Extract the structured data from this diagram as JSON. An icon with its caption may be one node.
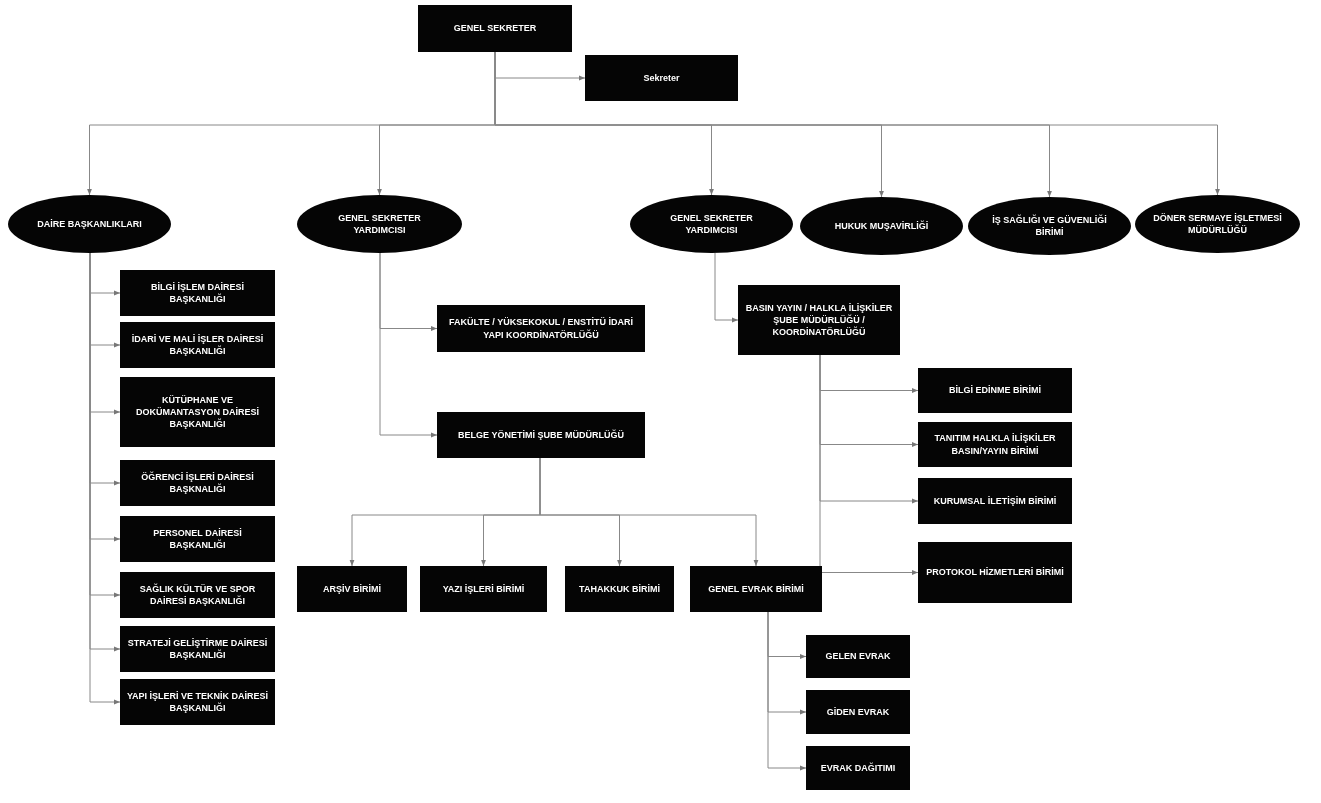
{
  "diagram": {
    "nodes": [
      {
        "text": [
          "GENEL SEKRETER"
        ]
      },
      {
        "text": [
          "Sekreter"
        ]
      },
      {
        "text": [
          "DAİRE BAŞKANLIKLARI"
        ]
      },
      {
        "text": [
          "GENEL SEKRETER YARDIMCISI"
        ]
      },
      {
        "text": [
          "GENEL SEKRETER YARDIMCISI"
        ]
      },
      {
        "text": [
          "HUKUK MUŞAVİRLİĞİ"
        ]
      },
      {
        "text": [
          "İŞ SAĞLIĞI VE GÜVENLİĞİ BİRİMİ"
        ]
      },
      {
        "text": [
          "DÖNER SERMAYE İŞLETMESİ MÜDÜRLÜĞÜ"
        ]
      },
      {
        "text": [
          "BİLGİ İŞLEM DAİRESİ BAŞKANLIĞI"
        ]
      },
      {
        "text": [
          "İDARİ VE MALİ İŞLER DAİRESİ BAŞKANLIĞI"
        ]
      },
      {
        "text": [
          "KÜTÜPHANE VE DOKÜMANTASYON DAİRESİ BAŞKANLIĞI"
        ]
      },
      {
        "text": [
          "ÖĞRENCİ İŞLERİ DAİRESİ BAŞKNALIĞI"
        ]
      },
      {
        "text": [
          "PERSONEL DAİRESİ BAŞKANLIĞI"
        ]
      },
      {
        "text": [
          "SAĞLIK KÜLTÜR VE SPOR DAİRESİ BAŞKANLIĞI"
        ]
      },
      {
        "text": [
          "STRATEJİ GELİŞTİRME DAİRESİ BAŞKANLIĞI"
        ]
      },
      {
        "text": [
          "YAPI İŞLERİ VE TEKNİK DAİRESİ BAŞKANLIĞI"
        ]
      },
      {
        "text": [
          "FAKÜLTE / YÜKSEKOKUL / ENSTİTÜ İDARİ YAPI KOORDİNATÖRLÜĞÜ"
        ]
      },
      {
        "text": [
          "BELGE YÖNETİMİ ŞUBE MÜDÜRLÜĞÜ"
        ]
      },
      {
        "text": [
          "BASIN YAYIN / HALKLA İLİŞKİLER ŞUBE MÜDÜRLÜĞÜ / KOORDİNATÖRLÜĞÜ"
        ]
      },
      {
        "text": [
          "BİLGİ EDİNME BİRİMİ"
        ]
      },
      {
        "text": [
          "TANITIM HALKLA İLİŞKİLER BASIN/YAYIN BİRİMİ"
        ]
      },
      {
        "text": [
          "KURUMSAL İLETİŞİM BİRİMİ"
        ]
      },
      {
        "text": [
          "PROTOKOL HİZMETLERİ BİRİMİ"
        ]
      },
      {
        "text": [
          "ARŞİV BİRİMİ"
        ]
      },
      {
        "text": [
          "YAZI İŞLERİ BİRİMİ"
        ]
      },
      {
        "text": [
          "TAHAKKUK BİRİMİ"
        ]
      },
      {
        "text": [
          "GENEL EVRAK BİRİMİ"
        ]
      },
      {
        "text": [
          "GELEN EVRAK"
        ]
      },
      {
        "text": [
          "GİDEN EVRAK"
        ]
      },
      {
        "text": [
          "EVRAK DAĞITIMI"
        ]
      }
    ],
    "edges": [
      {
        "from": 0,
        "to": 1,
        "arrow": "to"
      },
      {
        "from": 0,
        "to": 2,
        "arrow": "to"
      },
      {
        "from": 0,
        "to": 3,
        "arrow": "to"
      },
      {
        "from": 0,
        "to": 4,
        "arrow": "to"
      },
      {
        "from": 0,
        "to": 5,
        "arrow": "to"
      },
      {
        "from": 0,
        "to": 6,
        "arrow": "to"
      },
      {
        "from": 0,
        "to": 7,
        "arrow": "to"
      },
      {
        "from": 2,
        "to": 8,
        "arrow": "to"
      },
      {
        "from": 2,
        "to": 9,
        "arrow": "to"
      },
      {
        "from": 2,
        "to": 10,
        "arrow": "to"
      },
      {
        "from": 2,
        "to": 11,
        "arrow": "to"
      },
      {
        "from": 2,
        "to": 12,
        "arrow": "to"
      },
      {
        "from": 2,
        "to": 13,
        "arrow": "to"
      },
      {
        "from": 2,
        "to": 14,
        "arrow": "to"
      },
      {
        "from": 2,
        "to": 15,
        "arrow": "to"
      },
      {
        "from": 3,
        "to": 16,
        "arrow": "to"
      },
      {
        "from": 3,
        "to": 17,
        "arrow": "to"
      },
      {
        "from": 4,
        "to": 18,
        "arrow": "to"
      },
      {
        "from": 18,
        "to": 19,
        "arrow": "to"
      },
      {
        "from": 18,
        "to": 20,
        "arrow": "to"
      },
      {
        "from": 18,
        "to": 21,
        "arrow": "to"
      },
      {
        "from": 18,
        "to": 22,
        "arrow": "to"
      },
      {
        "from": 17,
        "to": 23,
        "arrow": "to"
      },
      {
        "from": 17,
        "to": 24,
        "arrow": "to"
      },
      {
        "from": 17,
        "to": 25,
        "arrow": "to"
      },
      {
        "from": 17,
        "to": 26,
        "arrow": "to"
      },
      {
        "from": 26,
        "to": 27,
        "arrow": "to"
      },
      {
        "from": 26,
        "to": 28,
        "arrow": "to"
      },
      {
        "from": 26,
        "to": 29,
        "arrow": "to"
      }
    ]
  }
}
